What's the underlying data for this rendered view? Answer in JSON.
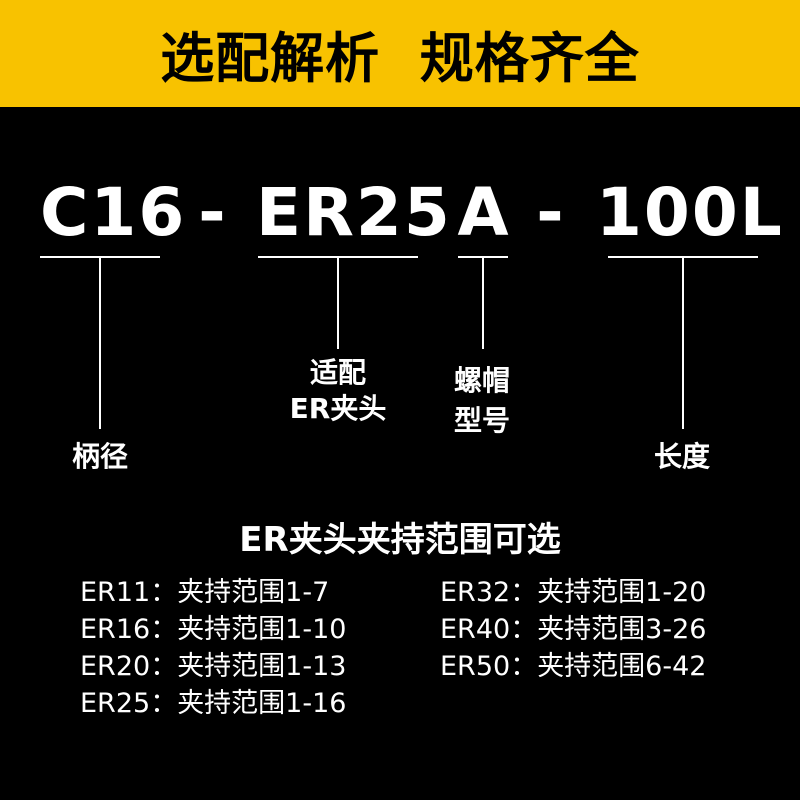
{
  "banner": {
    "title": "选配解析  规格齐全",
    "color": "#f8c200"
  },
  "code": {
    "shank": "C16",
    "collet": "ER25",
    "nut": "A",
    "length": "100L",
    "separator": "-"
  },
  "labels": {
    "shank": "柄径",
    "collet_line1": "适配",
    "collet_line2": "ER夹头",
    "nut_line1": "螺帽",
    "nut_line2": "型号",
    "length": "长度"
  },
  "section_title": "ER夹头夹持范围可选",
  "specs": [
    {
      "model": "ER11",
      "sep": "：",
      "range": "夹持范围1-7"
    },
    {
      "model": "ER16",
      "sep": "：",
      "range": "夹持范围1-10"
    },
    {
      "model": "ER20",
      "sep": "：",
      "range": "夹持范围1-13"
    },
    {
      "model": "ER25",
      "sep": "：",
      "range": "夹持范围1-16"
    },
    {
      "model": "ER32",
      "sep": "：",
      "range": "夹持范围1-20"
    },
    {
      "model": "ER40",
      "sep": "：",
      "range": "夹持范围3-26"
    },
    {
      "model": "ER50",
      "sep": "：",
      "range": "夹持范围6-42"
    }
  ]
}
